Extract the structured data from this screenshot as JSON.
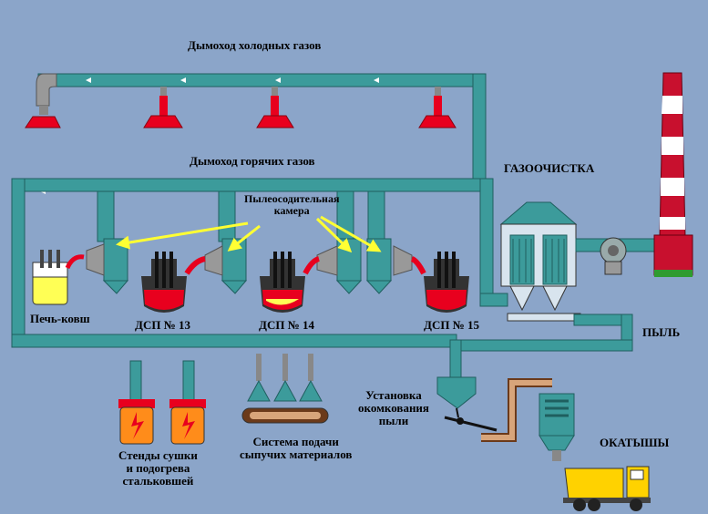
{
  "labels": {
    "cold_duct": "Дымоход холодных газов",
    "hot_duct": "Дымоход горячих газов",
    "gas_cleaning": "ГАЗООЧИСТКА",
    "dust_chamber": "Пылеосодительная\nкамера",
    "ladle_furnace": "Печь-ковш",
    "eaf13": "ДСП № 13",
    "eaf14": "ДСП № 14",
    "eaf15": "ДСП № 15",
    "dust": "ПЫЛЬ",
    "pelletizer": "Установка\nокомкования\nпыли",
    "pellets": "ОКАТЫШЫ",
    "ladle_stands": "Стенды сушки\nи подогрева\nстальковшей",
    "bulk_feed": "Система подачи\nсыпучих материалов"
  },
  "colors": {
    "background": "#8ba5c9",
    "duct": "#3c9b9b",
    "hood": "#e8001e",
    "chimney_red": "#c8102e",
    "arrow": "#ffff00",
    "truck": "#ffd200"
  }
}
